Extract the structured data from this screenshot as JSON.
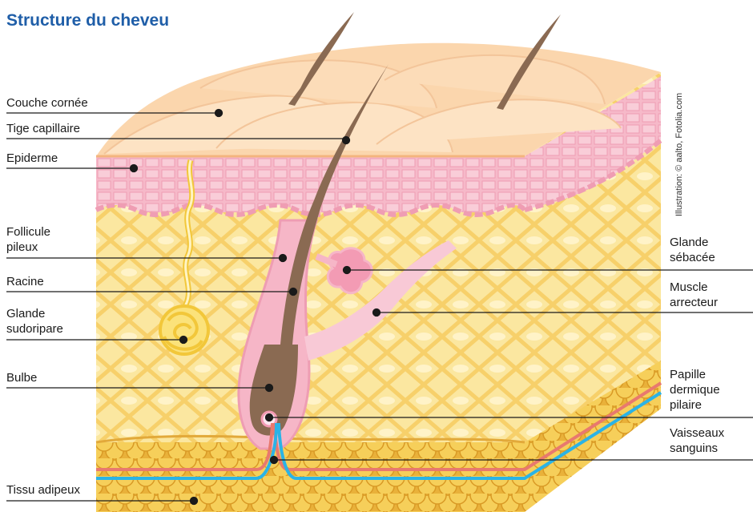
{
  "title": "Structure du cheveu",
  "credit": "Illustration: © aalto, Fotolia.com",
  "labels": {
    "couche_cornee": "Couche cornée",
    "tige_capillaire": "Tige capillaire",
    "epiderme": "Epiderme",
    "follicule_1": "Follicule",
    "follicule_2": "pileux",
    "racine": "Racine",
    "glande_sudoripare_1": "Glande",
    "glande_sudoripare_2": "sudoripare",
    "bulbe": "Bulbe",
    "tissu_adipeux": "Tissu adipeux",
    "glande_sebacee_1": "Glande",
    "glande_sebacee_2": "sébacée",
    "muscle_1": "Muscle",
    "muscle_2": "arrecteur",
    "papille_1": "Papille",
    "papille_2": "dermique",
    "papille_3": "pilaire",
    "vaisseaux_1": "Vaisseaux",
    "vaisseaux_2": "sanguins"
  },
  "colors": {
    "title": "#1f5ea8",
    "skin_surface": "#fbd9b6",
    "epidermis": "#f7b8c8",
    "dermis": "#fbe9a8",
    "adipose": "#f2c04a",
    "hair": "#8a6a52",
    "artery": "#e8796e",
    "vein": "#2bb3e6"
  }
}
